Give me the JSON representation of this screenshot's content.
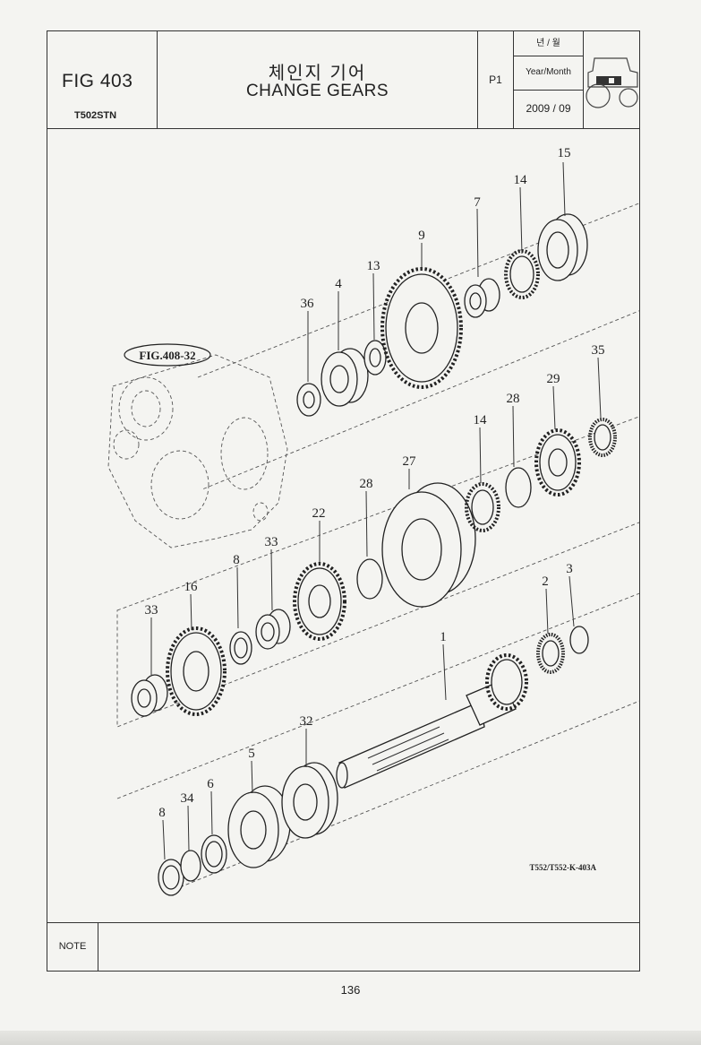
{
  "header": {
    "fig_label": "FIG 403",
    "model": "T502STN",
    "title_kr": "체인지 기어",
    "title_en": "CHANGE GEARS",
    "page_ref": "P1",
    "year_month_kr": "년 / 월",
    "year_month_label": "Year/Month",
    "date": "2009 / 09"
  },
  "drawing": {
    "figure_ref": "FIG.408-32",
    "drawing_code": "T552/T552-K-403A",
    "callouts": {
      "c15": "15",
      "c14a": "14",
      "c7": "7",
      "c9": "9",
      "c13": "13",
      "c4": "4",
      "c36": "36",
      "c35": "35",
      "c29": "29",
      "c28a": "28",
      "c14b": "14",
      "c27": "27",
      "c28b": "28",
      "c22": "22",
      "c33a": "33",
      "c8a": "8",
      "c16": "16",
      "c33b": "33",
      "c3": "3",
      "c2": "2",
      "c1": "1",
      "c32": "32",
      "c5": "5",
      "c6": "6",
      "c34": "34",
      "c8b": "8"
    }
  },
  "note": {
    "label": "NOTE",
    "text": ""
  },
  "footer": {
    "page_number": "136"
  }
}
